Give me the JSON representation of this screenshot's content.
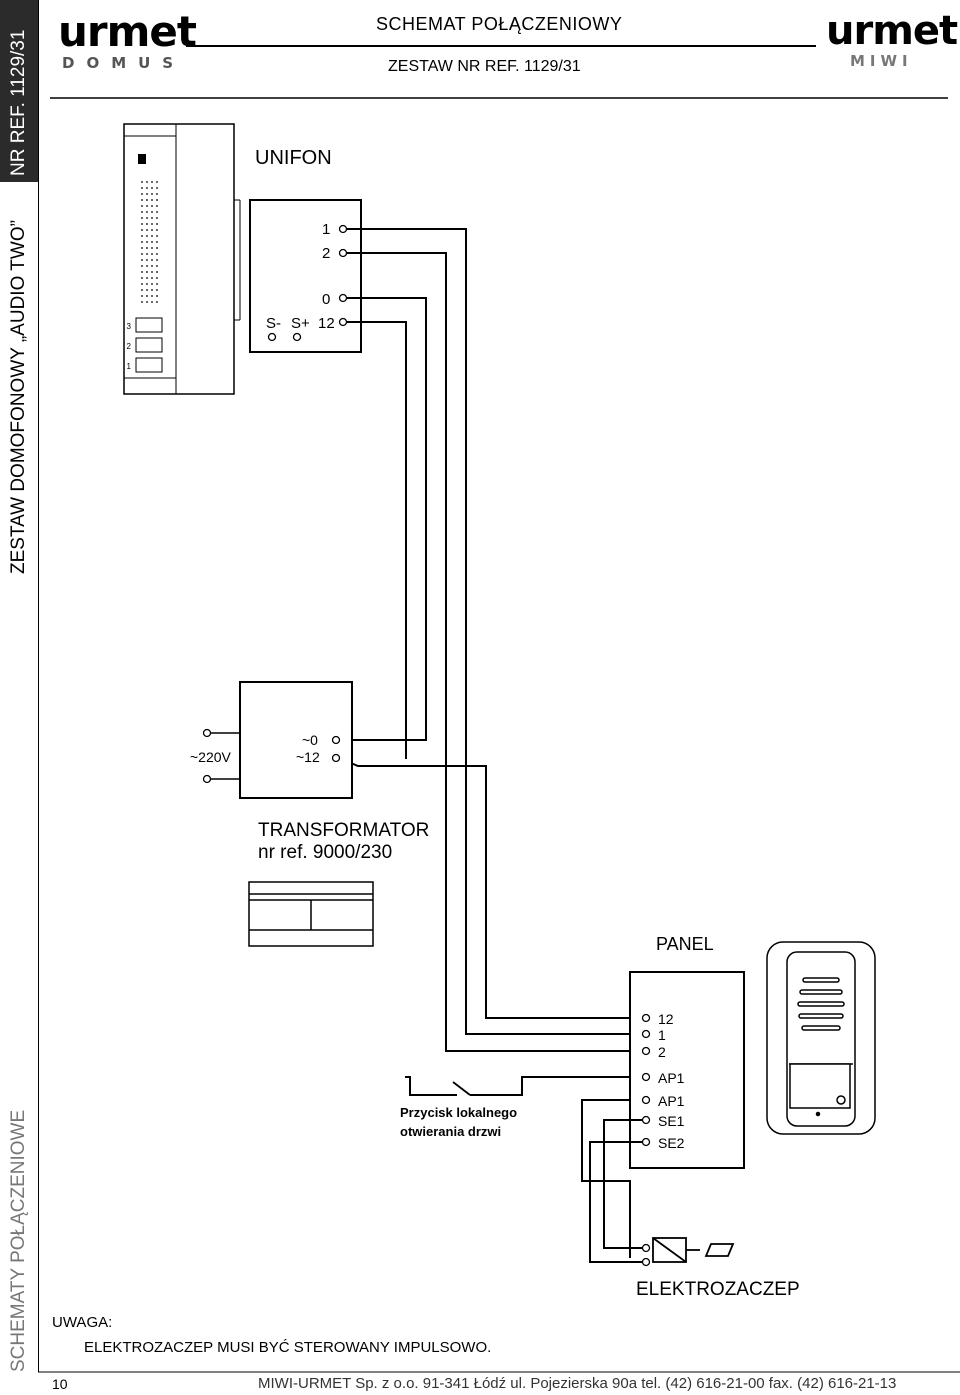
{
  "sidebar": {
    "nr_ref": "NR REF. 1129/31",
    "title": "ZESTAW DOMOFONOWY „AUDIO TWO”",
    "bottom": "SCHEMATY POŁĄCZENIOWE"
  },
  "header": {
    "logo_left_main": "urmet",
    "logo_left_sub": "DOMUS",
    "title": "SCHEMAT POŁĄCZENIOWY",
    "subtitle": "ZESTAW NR REF. 1129/31",
    "logo_right_main": "urmet",
    "logo_right_sub": "MIWI"
  },
  "diagram": {
    "handset_buttons": [
      "3",
      "2",
      "1"
    ],
    "unifon": {
      "title": "UNIFON",
      "terminals": [
        "1",
        "2",
        "0",
        "12"
      ],
      "speaker": [
        "S-",
        "S+"
      ]
    },
    "transformer": {
      "input": "~220V",
      "outputs": [
        "~0",
        "~12"
      ],
      "title": "TRANSFORMATOR",
      "ref": "nr ref. 9000/230"
    },
    "panel": {
      "title": "PANEL",
      "terminals": [
        "12",
        "1",
        "2",
        "AP1",
        "AP1",
        "SE1",
        "SE2"
      ]
    },
    "button_label_1": "Przycisk lokalnego",
    "button_label_2": "otwierania drzwi",
    "lock_label": "ELEKTROZACZEP"
  },
  "note": {
    "label": "UWAGA:",
    "text": "ELEKTROZACZEP MUSI BYĆ STEROWANY IMPULSOWO."
  },
  "footer": {
    "page": "10",
    "contact": "MIWI-URMET Sp. z o.o.  91-341 Łódź ul. Pojezierska 90a  tel. (42) 616-21-00  fax. (42) 616-21-13"
  }
}
